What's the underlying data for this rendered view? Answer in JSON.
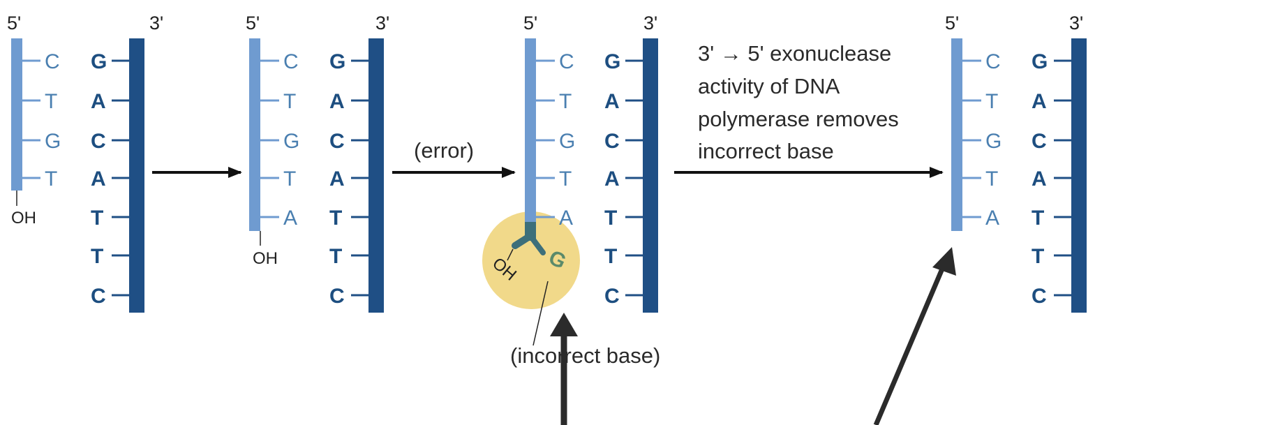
{
  "colors": {
    "new_strand": "#6f9bd0",
    "template_strand": "#1f4f85",
    "new_base_text": "#4a7fb0",
    "template_base_text": "#1d4e80",
    "error_highlight": "#f1d98a",
    "mismatch_stub": "#3d6f7a",
    "arrow": "#111111"
  },
  "labels": {
    "five_prime": "5'",
    "three_prime": "3'",
    "oh": "OH",
    "error": "(error)",
    "incorrect_base": "(incorrect base)",
    "exo_caption": [
      "3' → 5' exonuclease",
      "activity of DNA",
      "polymerase removes",
      "incorrect base"
    ]
  },
  "template_bases": [
    "G",
    "A",
    "C",
    "A",
    "T",
    "T",
    "C"
  ],
  "panels": [
    {
      "id": "panel-1",
      "new_bases": [
        "C",
        "T",
        "G",
        "T"
      ]
    },
    {
      "id": "panel-2",
      "new_bases": [
        "C",
        "T",
        "G",
        "T",
        "A"
      ]
    },
    {
      "id": "panel-3",
      "new_bases": [
        "C",
        "T",
        "G",
        "T",
        "A"
      ],
      "mismatch_base": "G"
    },
    {
      "id": "panel-4",
      "new_bases": [
        "C",
        "T",
        "G",
        "T",
        "A"
      ]
    }
  ]
}
